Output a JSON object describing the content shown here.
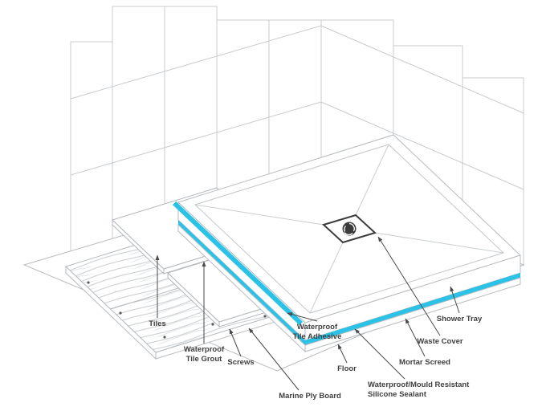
{
  "diagram": {
    "labels": {
      "tiles": "Tiles",
      "grout": "Waterproof\nTile Grout",
      "screws": "Screws",
      "adhesive": "Waterproof\nTile Adhesive",
      "floor": "Floor",
      "marine_ply": "Marine Ply Board",
      "sealant": "Waterproof/Mould Resistant\nSilicone Sealant",
      "mortar": "Mortar Screed",
      "waste": "Waste Cover",
      "tray": "Shower Tray"
    },
    "colors": {
      "accent_cyan": "#2bc2e7",
      "wall_line": "#c7cbcf",
      "outline": "#b6bbbf",
      "leader": "#4a4a4a",
      "dark": "#3c3c3c"
    }
  }
}
